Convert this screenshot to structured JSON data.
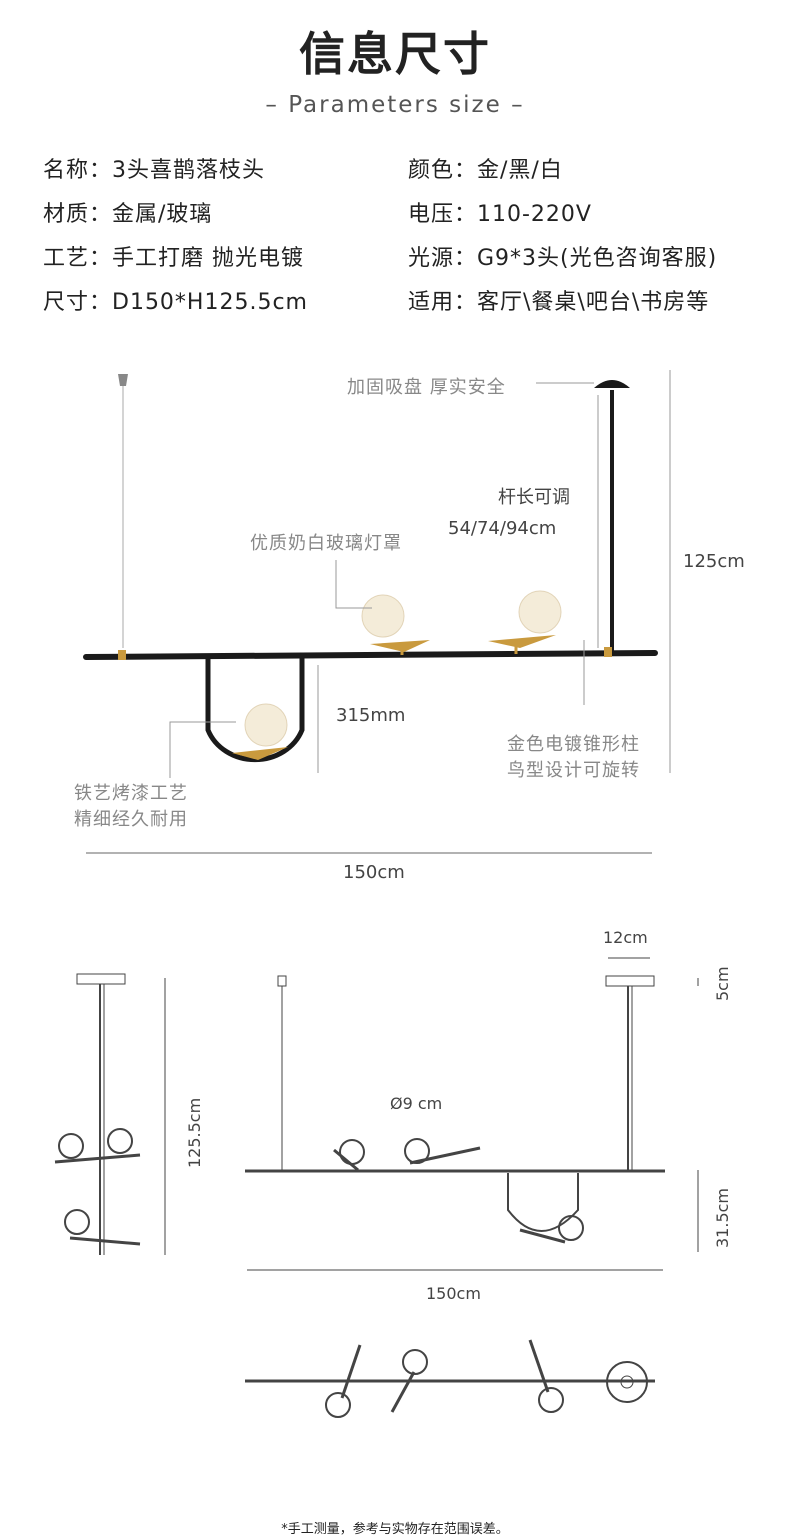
{
  "header": {
    "title": "信息尺寸",
    "subtitle": "– Parameters size –"
  },
  "specs": {
    "name": "名称：3头喜鹊落枝头",
    "color": "颜色：金/黑/白",
    "material": "材质：金属/玻璃",
    "voltage": "电压：110-220V",
    "craft": "工艺：手工打磨 抛光电镀",
    "light_source": "光源：G9*3头(光色咨询客服)",
    "size": "尺寸：D150*H125.5cm",
    "usage": "适用：客厅\\餐桌\\吧台\\书房等"
  },
  "product_diagram": {
    "mount_note": "加固吸盘 厚实安全",
    "rod_note_1": "杆长可调",
    "rod_note_2": "54/74/94cm",
    "shade_note": "优质奶白玻璃灯罩",
    "height_label": "125cm",
    "drop_label": "315mm",
    "bird_note_1": "金色电镀锥形柱",
    "bird_note_2": "鸟型设计可旋转",
    "iron_note_1": "铁艺烤漆工艺",
    "iron_note_2": "精细经久耐用",
    "width_label": "150cm"
  },
  "line_drawing": {
    "canopy_width": "12cm",
    "canopy_height": "5cm",
    "total_height": "125.5cm",
    "globe_diameter": "Ø9 cm",
    "loop_height": "31.5cm",
    "width_label": "150cm"
  },
  "footer": {
    "note": "*手工测量，参考与实物存在范围误差。"
  },
  "colors": {
    "metal_black": "#1a1a1a",
    "gold": "#c99a3e",
    "glass": "#f4ecd9",
    "line_gray": "#888888"
  }
}
